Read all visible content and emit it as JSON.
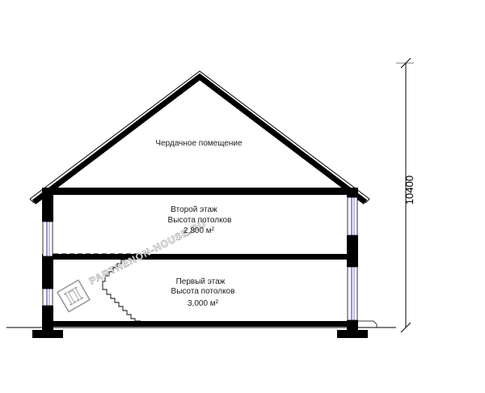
{
  "rooms": {
    "attic": {
      "name": "Чердачное помещение"
    },
    "second_floor": {
      "name": "Второй этаж",
      "ceiling_label": "Высота потолков",
      "ceiling_value": "2,800 м²"
    },
    "first_floor": {
      "name": "Первый этаж",
      "ceiling_label": "Высота потолков",
      "ceiling_value": "3,000 м²"
    }
  },
  "dimensions": {
    "total_height": "10400"
  },
  "watermark": {
    "text": "PARTHENON-HOUSE.RU"
  },
  "colors": {
    "structure": "#000000",
    "window": "#2a2aa8",
    "background": "#ffffff",
    "watermark": "#8a8a8a"
  }
}
